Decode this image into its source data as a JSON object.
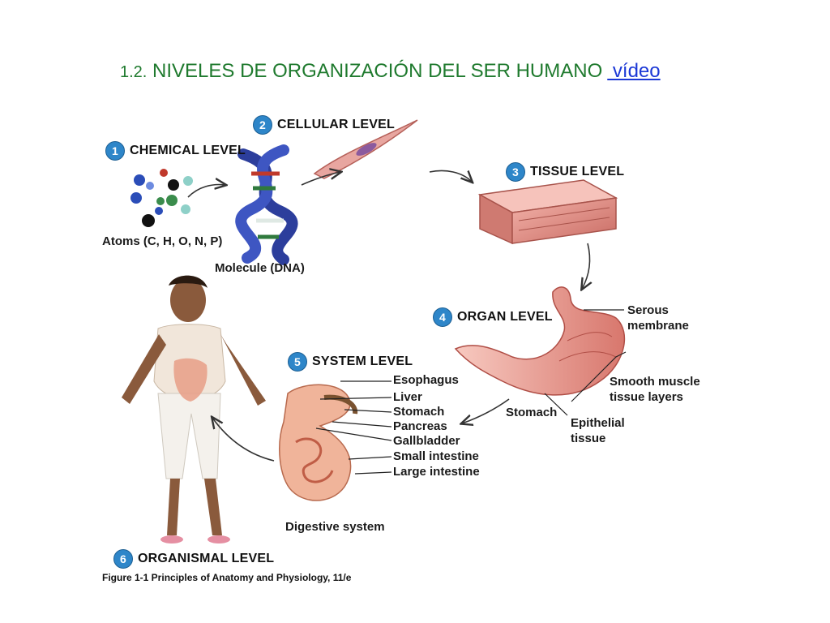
{
  "slide": {
    "title_number": "1.2.",
    "title_text": "NIVELES DE ORGANIZACIÓN DEL SER HUMANO",
    "title_link": " vídeo"
  },
  "levels": [
    {
      "num": "1",
      "label": "CHEMICAL LEVEL"
    },
    {
      "num": "2",
      "label": "CELLULAR LEVEL"
    },
    {
      "num": "3",
      "label": "TISSUE LEVEL"
    },
    {
      "num": "4",
      "label": "ORGAN LEVEL"
    },
    {
      "num": "5",
      "label": "SYSTEM LEVEL"
    },
    {
      "num": "6",
      "label": "ORGANISMAL LEVEL"
    }
  ],
  "chemical": {
    "atoms": "Atoms (C, H, O, N, P)",
    "molecule": "Molecule (DNA)"
  },
  "organ": {
    "serous_1": "Serous",
    "serous_2": "membrane",
    "smooth_1": "Smooth muscle",
    "smooth_2": "tissue layers",
    "stomach": "Stomach",
    "epi_1": "Epithelial",
    "epi_2": "tissue"
  },
  "system": {
    "organs": [
      "Esophagus",
      "Liver",
      "Stomach",
      "Pancreas",
      "Gallbladder",
      "Small intestine",
      "Large intestine"
    ],
    "caption": "Digestive system"
  },
  "figure_caption": "Figure 1-1  Principles of Anatomy and Physiology, 11/e",
  "colors": {
    "title": "#1f7a2e",
    "link": "#1b38d6",
    "badge": "#2e86c9"
  }
}
